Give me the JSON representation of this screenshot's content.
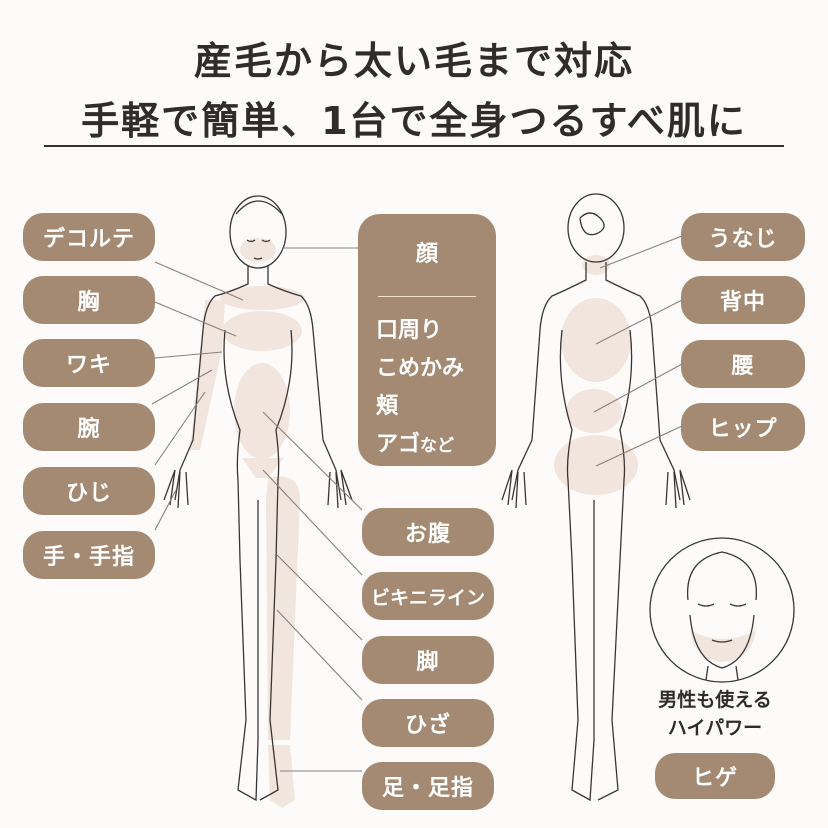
{
  "header": {
    "line1": "産毛から太い毛まで対応",
    "line2": "手軽で簡単、1台で全身つるすべ肌に"
  },
  "colors": {
    "pill": "#a48a72",
    "highlight": "#efe2d8",
    "background": "#fdfbfa",
    "outline": "#3a3533"
  },
  "front_labels": {
    "left": [
      "デコルテ",
      "胸",
      "ワキ",
      "腕",
      "ひじ",
      "手・手指"
    ],
    "right": [
      "お腹",
      "ビキニライン",
      "脚",
      "ひざ",
      "足・足指"
    ]
  },
  "face_box": {
    "title": "顔",
    "items": [
      "口周り",
      "こめかみ",
      "頬",
      "アゴ"
    ],
    "suffix": "など"
  },
  "back_labels": [
    "うなじ",
    "背中",
    "腰",
    "ヒップ"
  ],
  "men": {
    "line1": "男性も使える",
    "line2": "ハイパワー",
    "label": "ヒゲ"
  }
}
